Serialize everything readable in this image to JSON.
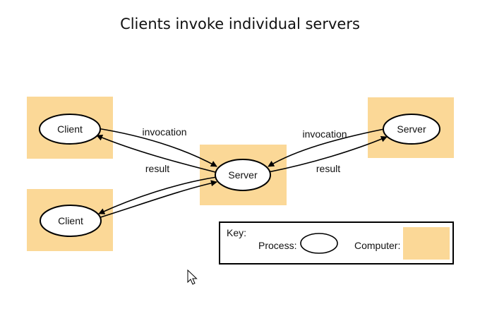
{
  "title": "Clients invoke individual servers",
  "nodes": {
    "client_top": "Client",
    "client_bottom": "Client",
    "server_center": "Server",
    "server_right": "Server"
  },
  "edges": {
    "left_invocation": "invocation",
    "left_result": "result",
    "right_invocation": "invocation",
    "right_result": "result"
  },
  "key": {
    "label": "Key:",
    "process_label": "Process:",
    "computer_label": "Computer:"
  },
  "colors": {
    "computer_fill": "#fbd897"
  },
  "cursor": "mouse-pointer-icon"
}
